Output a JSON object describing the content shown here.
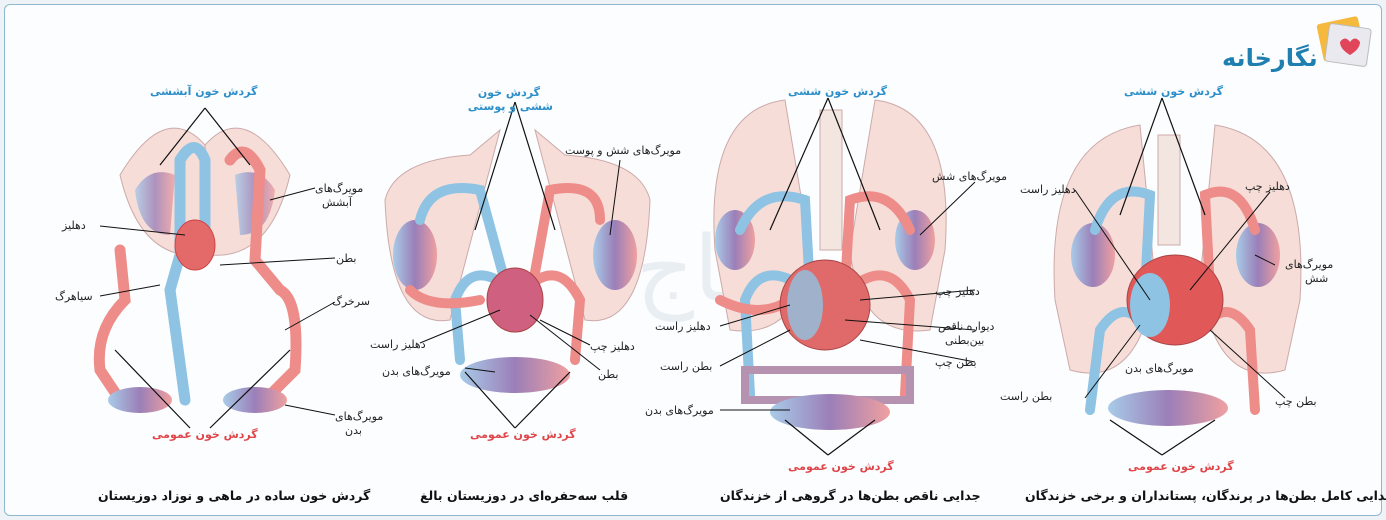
{
  "brand": {
    "name": "نگارخانه"
  },
  "watermark": "گاج",
  "colors": {
    "blue_blood": "#8ec3e3",
    "red_blood": "#ee8c8a",
    "capillary": "#9b7fb8",
    "lung": "#f6ddd8",
    "accent": "#2d8fc9"
  },
  "panels": [
    {
      "caption": "گردش خون ساده در ماهی و نوزاد دوزیستان",
      "top": "گردش خون آبششی",
      "bottom": "گردش خون عمومی",
      "labels": [
        "مویرگ‌های",
        "آبشش",
        "دهلیز",
        "بطن",
        "سیاهرگ",
        "سرخرگ",
        "مویرگ‌های",
        "بدن"
      ]
    },
    {
      "caption": "قلب سه‌حفره‌ای در دوزیستان بالغ",
      "top_line1": "گردش خون",
      "top_line2": "ششی و پوستی",
      "bottom": "گردش خون عمومی",
      "labels": [
        "مویرگ‌های شش و پوست",
        "دهلیز راست",
        "دهلیز چپ",
        "مویرگ‌های بدن",
        "بطن"
      ]
    },
    {
      "caption": "جدایی ناقص بطن‌ها در گروهی از خزندگان",
      "top": "گردش خون ششی",
      "bottom": "گردش خون عمومی",
      "labels": [
        "مویرگ‌های شش",
        "دهلیز چپ",
        "دهلیز راست",
        "دیواره ناقص",
        "بین‌بطنی",
        "بطن راست",
        "بطن چپ",
        "مویرگ‌های بدن"
      ]
    },
    {
      "caption": "جدایی کامل بطن‌ها در پرندگان، پستانداران و برخی خزندگان",
      "top": "گردش خون ششی",
      "bottom": "گردش خون عمومی",
      "labels": [
        "دهلیز راست",
        "دهلیز چپ",
        "مویرگ‌های",
        "شش",
        "مویرگ‌های بدن",
        "بطن راست",
        "بطن چپ"
      ]
    }
  ]
}
